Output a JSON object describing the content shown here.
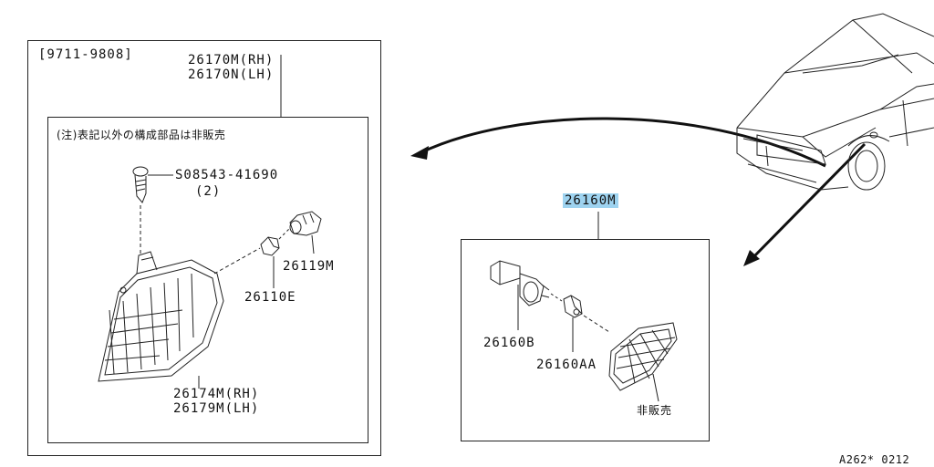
{
  "left_panel": {
    "date_range": "[9711-9808]",
    "assembly_rh": "26170M(RH)",
    "assembly_lh": "26170N(LH)",
    "inner_note": "(注)表記以外の構成部品は非販売",
    "screw_part": "S08543-41690",
    "screw_qty": "(2)",
    "socket_part": "26119M",
    "bulb_part": "26110E",
    "lamp_rh": "26174M(RH)",
    "lamp_lh": "26179M(LH)"
  },
  "right_panel": {
    "assembly": "26160M",
    "socket_part": "26160B",
    "bulb_part": "26160AA",
    "not_sold": "非販売"
  },
  "footer": {
    "code": "A262* 0212"
  }
}
